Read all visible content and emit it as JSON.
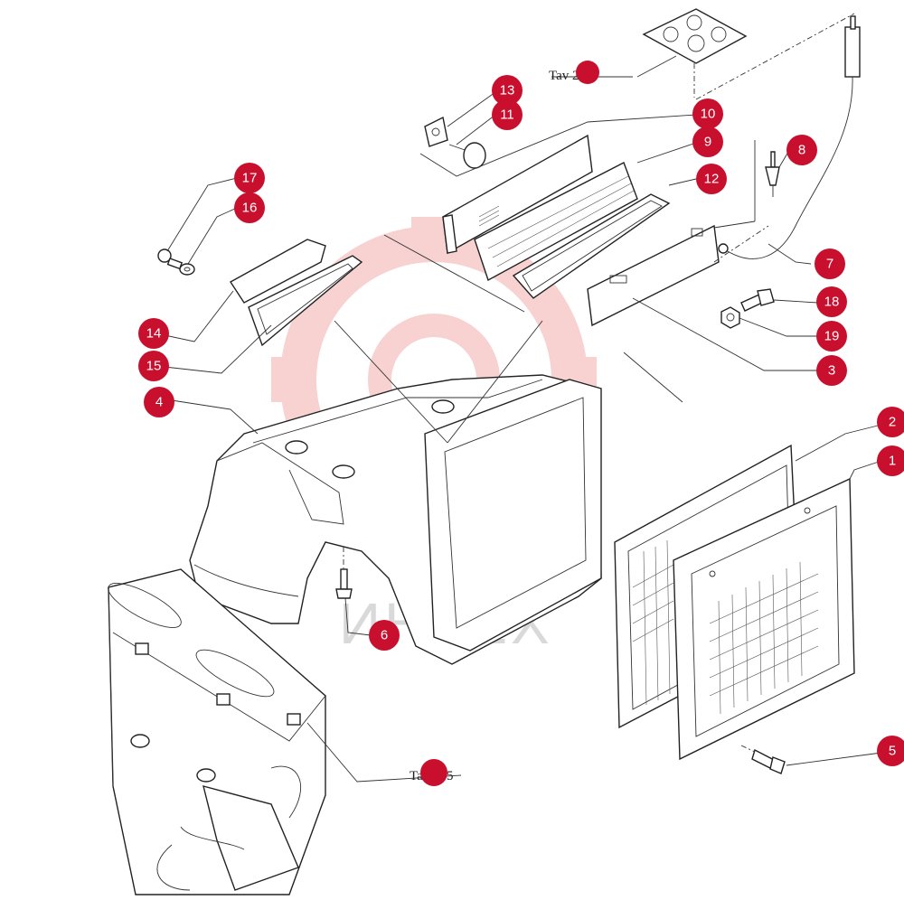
{
  "watermark": {
    "text": "ИНТЕХ",
    "color": "#f3b7b7"
  },
  "references": [
    {
      "id": "ref-top",
      "text": "Tav 255"
    },
    {
      "id": "ref-bottom",
      "text": "Tav 255"
    }
  ],
  "callouts": [
    "1",
    "2",
    "3",
    "4",
    "5",
    "6",
    "7",
    "8",
    "9",
    "10",
    "11",
    "12",
    "13",
    "14",
    "15",
    "16",
    "17",
    "18",
    "19"
  ],
  "colors": {
    "callout": "#c8102e",
    "line": "#222222"
  }
}
